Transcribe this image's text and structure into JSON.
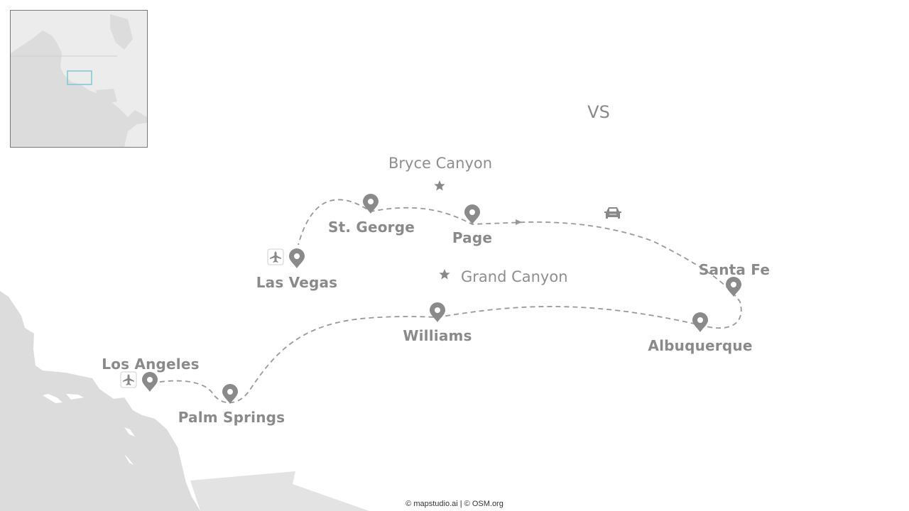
{
  "map": {
    "colors": {
      "land": "#dcdcdc",
      "water": "#ffffff",
      "route": "#999999",
      "pin": "#8a8a8a",
      "label": "#8a8a8a",
      "inset_highlight": "#7fc7d0"
    },
    "region_label": "VS",
    "stops": [
      {
        "name": "Los Angeles",
        "icon": "airplane-icon"
      },
      {
        "name": "Palm Springs"
      },
      {
        "name": "Williams"
      },
      {
        "name": "Albuquerque"
      },
      {
        "name": "Santa Fe"
      },
      {
        "name": "Page"
      },
      {
        "name": "St. George"
      },
      {
        "name": "Las Vegas",
        "icon": "airplane-icon"
      }
    ],
    "points_of_interest": [
      {
        "name": "Bryce Canyon",
        "icon": "star-icon"
      },
      {
        "name": "Grand Canyon",
        "icon": "star-icon"
      }
    ],
    "transport_icon": "car-icon",
    "route_style": "dashed"
  },
  "attribution": "© mapstudio.ai | © OSM.org"
}
